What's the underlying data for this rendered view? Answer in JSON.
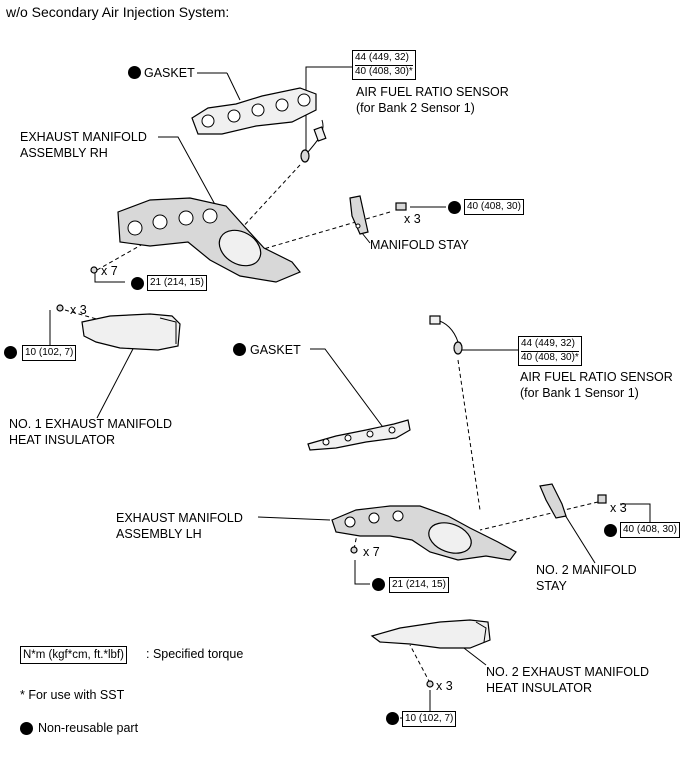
{
  "heading": "w/o Secondary Air Injection System:",
  "labels": {
    "gasket_top": "GASKET",
    "afr_bank2_l1": "AIR FUEL RATIO SENSOR",
    "afr_bank2_l2": "(for Bank 2 Sensor 1)",
    "manifold_rh_l1": "EXHAUST MANIFOLD",
    "manifold_rh_l2": "ASSEMBLY RH",
    "manifold_stay": "MANIFOLD STAY",
    "gasket_mid": "GASKET",
    "afr_bank1_l1": "AIR FUEL RATIO SENSOR",
    "afr_bank1_l2": "(for Bank 1 Sensor 1)",
    "insulator1_l1": "NO. 1 EXHAUST MANIFOLD",
    "insulator1_l2": "HEAT INSULATOR",
    "manifold_lh_l1": "EXHAUST MANIFOLD",
    "manifold_lh_l2": "ASSEMBLY LH",
    "stay2_l1": "NO. 2 MANIFOLD",
    "stay2_l2": "STAY",
    "insulator2_l1": "NO. 2 EXHAUST MANIFOLD",
    "insulator2_l2": "HEAT INSULATOR"
  },
  "torques": {
    "afr_bank2_a": "44 (449, 32)",
    "afr_bank2_b": "40 (408, 30)*",
    "stay_bolt": "40 (408, 30)",
    "manifold_rh_nut": "21 (214, 15)",
    "insulator1_bolt": "10 (102, 7)",
    "afr_bank1_a": "44 (449, 32)",
    "afr_bank1_b": "40 (408, 30)*",
    "stay2_bolt": "40 (408, 30)",
    "manifold_lh_nut": "21 (214, 15)",
    "insulator2_bolt": "10 (102, 7)"
  },
  "quantities": {
    "stay_bolts": "x 3",
    "rh_nuts": "x 7",
    "ins1_bolts": "x 3",
    "lh_nuts": "x 7",
    "stay2_bolts": "x 3",
    "ins2_bolts": "x 3"
  },
  "legend": {
    "torque_box": "N*m (kgf*cm, ft.*lbf)",
    "torque_desc": ": Specified torque",
    "sst_note": "* For use with SST",
    "nonreusable": "Non-reusable part"
  },
  "icons": {
    "nonreusable_marker": "filled-circle"
  }
}
